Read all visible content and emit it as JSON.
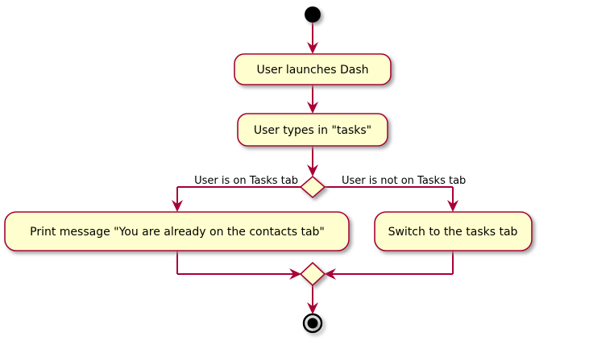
{
  "diagram": {
    "type": "uml-activity-diagram",
    "background_color": "#FFFFFF",
    "node_fill_color": "#FEFECE",
    "node_stroke_color": "#A80036",
    "connector_color": "#A80036",
    "text_color": "#000000",
    "terminator_color": "#000000",
    "shadow_color": "#AAAAAA"
  },
  "nodes": {
    "start": {
      "kind": "initial-node",
      "label": ""
    },
    "activity_launch": {
      "kind": "activity",
      "label": "User launches Dash"
    },
    "activity_types": {
      "kind": "activity",
      "label": "User types in \"tasks\""
    },
    "decision": {
      "kind": "decision-node",
      "label": ""
    },
    "activity_print": {
      "kind": "activity",
      "label": "Print message \"You are already on the contacts tab\""
    },
    "activity_switch": {
      "kind": "activity",
      "label": "Switch to the tasks tab"
    },
    "merge": {
      "kind": "merge-node",
      "label": ""
    },
    "end": {
      "kind": "final-node",
      "label": ""
    }
  },
  "edges": {
    "branch_true_label": "User is on Tasks tab",
    "branch_false_label": "User is not on Tasks tab"
  }
}
